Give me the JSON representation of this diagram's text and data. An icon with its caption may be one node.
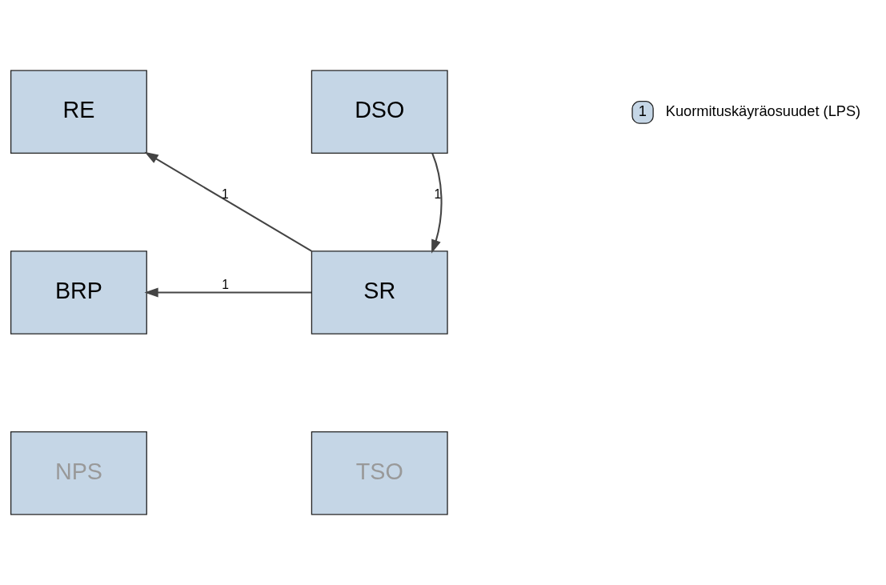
{
  "diagram": {
    "nodes": [
      {
        "text": [
          "RE"
        ]
      },
      {
        "text": [
          "DSO"
        ]
      },
      {
        "text": [
          "BRP"
        ]
      },
      {
        "text": [
          "SR"
        ]
      },
      {
        "text": [
          "NPS"
        ]
      },
      {
        "text": [
          "TSO"
        ]
      }
    ],
    "edges": [
      {
        "from": 3,
        "to": 0,
        "arrow": "to",
        "label": "1"
      },
      {
        "from": 1,
        "to": 3,
        "arrow": "to",
        "label": "1"
      },
      {
        "from": 3,
        "to": 2,
        "arrow": "to",
        "label": "1"
      }
    ],
    "labels": [
      "1"
    ],
    "legend": [
      {
        "text": "Kuormituskäyräosuudet (LPS)"
      }
    ]
  }
}
